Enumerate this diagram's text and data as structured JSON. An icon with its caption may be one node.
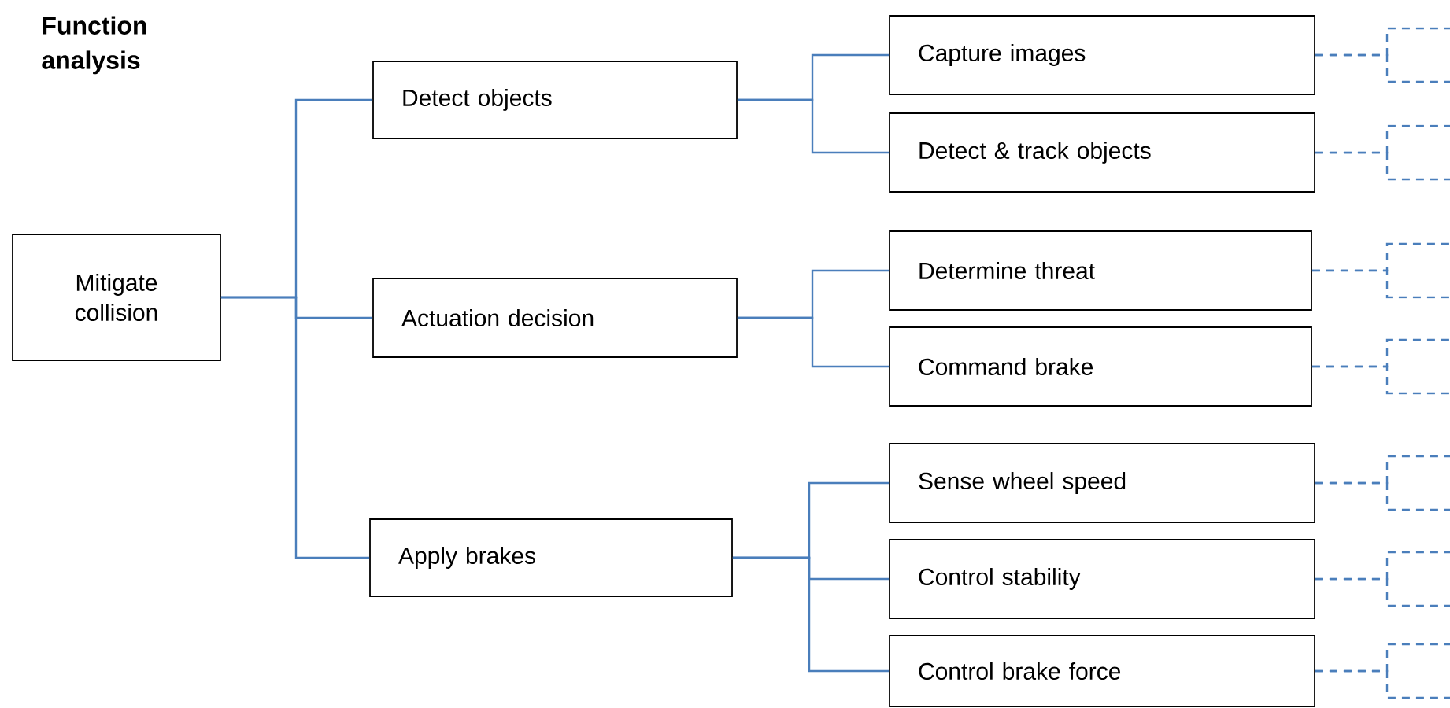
{
  "diagram": {
    "title": "Function analysis",
    "nodes": [
      {
        "text": [
          "Mitigate collision"
        ]
      },
      {
        "text": [
          "Detect objects"
        ]
      },
      {
        "text": [
          "Actuation decision"
        ]
      },
      {
        "text": [
          "Apply brakes"
        ]
      },
      {
        "text": [
          "Capture images"
        ]
      },
      {
        "text": [
          "Detect & track objects"
        ]
      },
      {
        "text": [
          "Determine threat"
        ]
      },
      {
        "text": [
          "Command brake"
        ]
      },
      {
        "text": [
          "Sense wheel speed"
        ]
      },
      {
        "text": [
          "Control stability"
        ]
      },
      {
        "text": [
          "Control brake force"
        ]
      }
    ],
    "edges": [
      {
        "from": 0,
        "to": 1,
        "arrow": "none"
      },
      {
        "from": 0,
        "to": 2,
        "arrow": "none"
      },
      {
        "from": 0,
        "to": 3,
        "arrow": "none"
      },
      {
        "from": 1,
        "to": 4,
        "arrow": "none"
      },
      {
        "from": 1,
        "to": 5,
        "arrow": "none"
      },
      {
        "from": 2,
        "to": 6,
        "arrow": "none"
      },
      {
        "from": 2,
        "to": 7,
        "arrow": "none"
      },
      {
        "from": 3,
        "to": 8,
        "arrow": "none"
      },
      {
        "from": 3,
        "to": 9,
        "arrow": "none"
      },
      {
        "from": 3,
        "to": 10,
        "arrow": "none"
      },
      {
        "from": 4,
        "to": null,
        "arrow": "none",
        "style": "dashed"
      },
      {
        "from": 4,
        "to": null,
        "arrow": "none",
        "style": "dashed"
      },
      {
        "from": 5,
        "to": null,
        "arrow": "none",
        "style": "dashed"
      },
      {
        "from": 5,
        "to": null,
        "arrow": "none",
        "style": "dashed"
      },
      {
        "from": 6,
        "to": null,
        "arrow": "none",
        "style": "dashed"
      },
      {
        "from": 6,
        "to": null,
        "arrow": "none",
        "style": "dashed"
      },
      {
        "from": 7,
        "to": null,
        "arrow": "none",
        "style": "dashed"
      },
      {
        "from": 7,
        "to": null,
        "arrow": "none",
        "style": "dashed"
      },
      {
        "from": 8,
        "to": null,
        "arrow": "none",
        "style": "dashed"
      },
      {
        "from": 8,
        "to": null,
        "arrow": "none",
        "style": "dashed"
      },
      {
        "from": 9,
        "to": null,
        "arrow": "none",
        "style": "dashed"
      },
      {
        "from": 9,
        "to": null,
        "arrow": "none",
        "style": "dashed"
      },
      {
        "from": 10,
        "to": null,
        "arrow": "none",
        "style": "dashed"
      },
      {
        "from": 10,
        "to": null,
        "arrow": "none",
        "style": "dashed"
      }
    ]
  }
}
